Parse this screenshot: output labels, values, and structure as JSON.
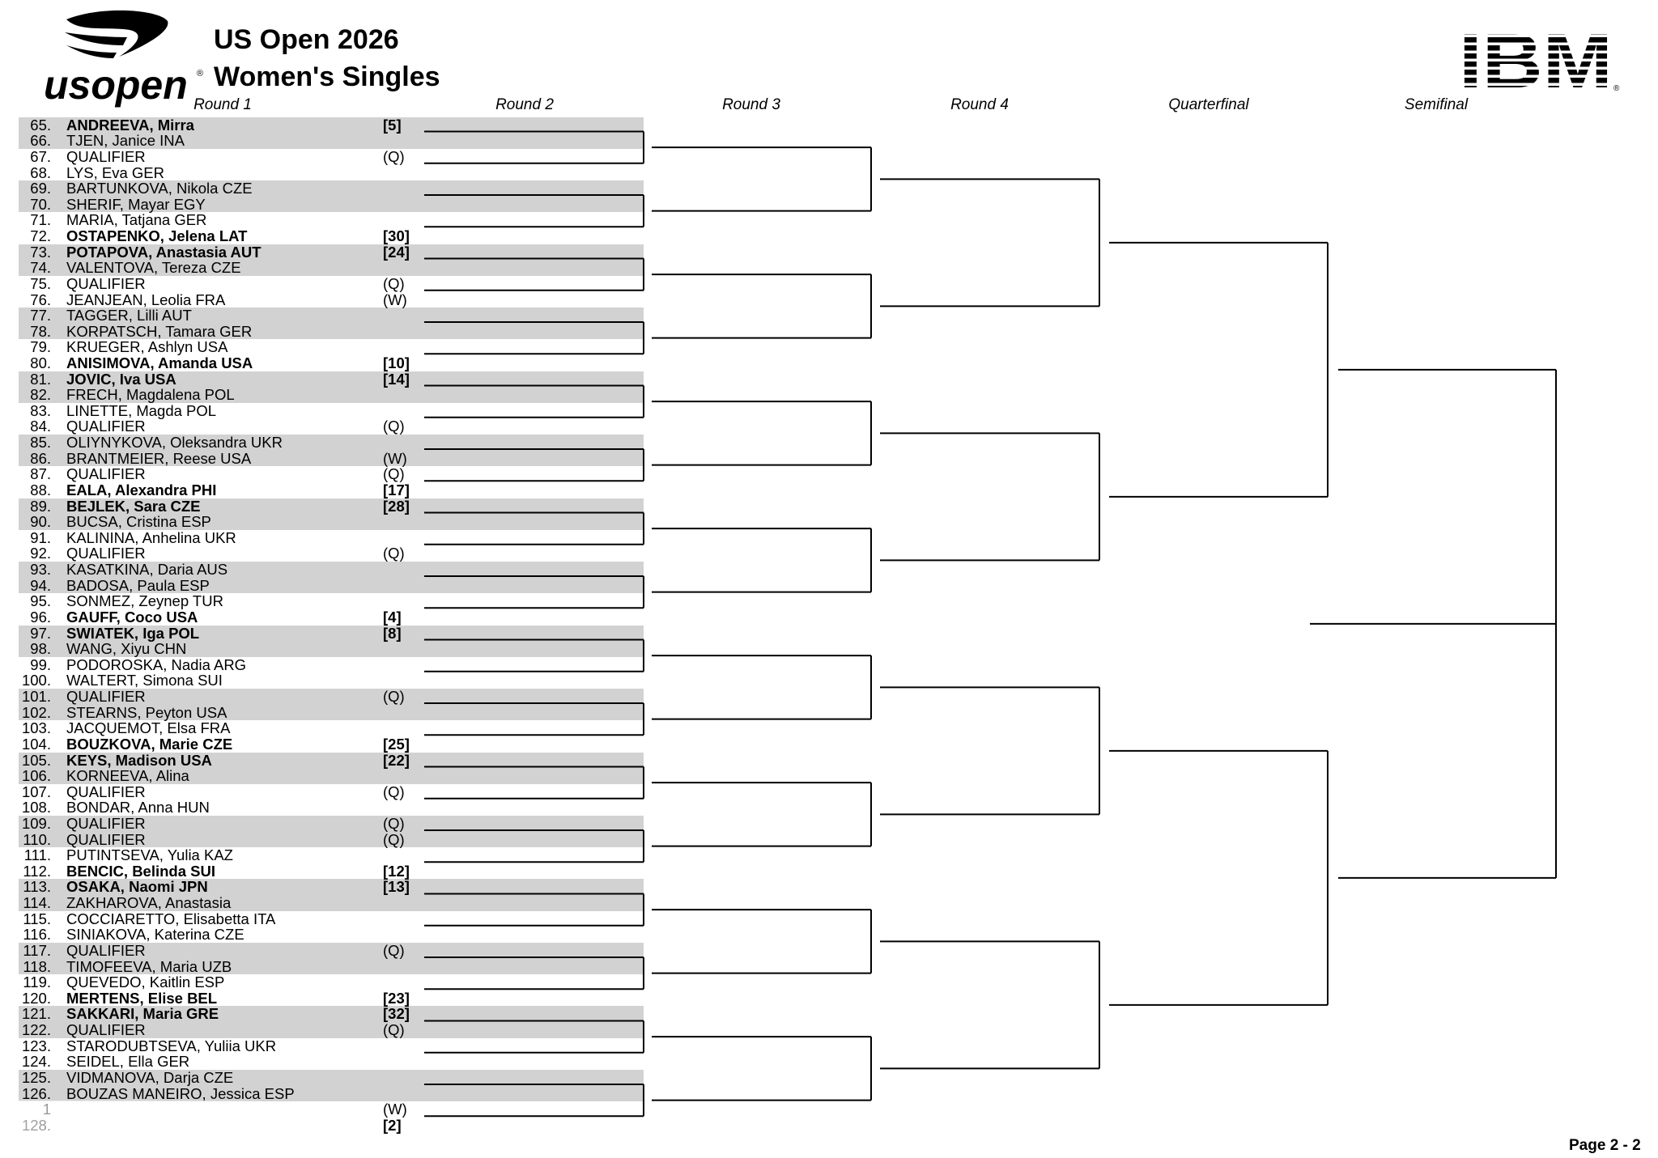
{
  "header": {
    "title_line1": "US Open 2026",
    "title_line2": "Women's Singles",
    "logo_text": "usopen",
    "sponsor_logo_text": "IBM",
    "page_label": "Page 2 - 2"
  },
  "rounds": [
    "Round 1",
    "Round 2",
    "Round 3",
    "Round 4",
    "Quarterfinal",
    "Semifinal"
  ],
  "entries": [
    {
      "num": "65.",
      "name": "ANDREEVA, Mirra",
      "seed": "[5]",
      "bold": true
    },
    {
      "num": "66.",
      "name": "TJEN, Janice INA",
      "seed": "",
      "bold": false
    },
    {
      "num": "67.",
      "name": "QUALIFIER",
      "seed": "(Q)",
      "bold": false
    },
    {
      "num": "68.",
      "name": "LYS, Eva GER",
      "seed": "",
      "bold": false
    },
    {
      "num": "69.",
      "name": "BARTUNKOVA, Nikola CZE",
      "seed": "",
      "bold": false
    },
    {
      "num": "70.",
      "name": "SHERIF, Mayar EGY",
      "seed": "",
      "bold": false
    },
    {
      "num": "71.",
      "name": "MARIA, Tatjana GER",
      "seed": "",
      "bold": false
    },
    {
      "num": "72.",
      "name": "OSTAPENKO, Jelena LAT",
      "seed": "[30]",
      "bold": true
    },
    {
      "num": "73.",
      "name": "POTAPOVA, Anastasia AUT",
      "seed": "[24]",
      "bold": true
    },
    {
      "num": "74.",
      "name": "VALENTOVA, Tereza CZE",
      "seed": "",
      "bold": false
    },
    {
      "num": "75.",
      "name": "QUALIFIER",
      "seed": "(Q)",
      "bold": false
    },
    {
      "num": "76.",
      "name": "JEANJEAN, Leolia FRA",
      "seed": "(W)",
      "bold": false
    },
    {
      "num": "77.",
      "name": "TAGGER, Lilli AUT",
      "seed": "",
      "bold": false
    },
    {
      "num": "78.",
      "name": "KORPATSCH, Tamara GER",
      "seed": "",
      "bold": false
    },
    {
      "num": "79.",
      "name": "KRUEGER, Ashlyn USA",
      "seed": "",
      "bold": false
    },
    {
      "num": "80.",
      "name": "ANISIMOVA, Amanda USA",
      "seed": "[10]",
      "bold": true
    },
    {
      "num": "81.",
      "name": "JOVIC, Iva USA",
      "seed": "[14]",
      "bold": true
    },
    {
      "num": "82.",
      "name": "FRECH, Magdalena POL",
      "seed": "",
      "bold": false
    },
    {
      "num": "83.",
      "name": "LINETTE, Magda POL",
      "seed": "",
      "bold": false
    },
    {
      "num": "84.",
      "name": "QUALIFIER",
      "seed": "(Q)",
      "bold": false
    },
    {
      "num": "85.",
      "name": "OLIYNYKOVA, Oleksandra UKR",
      "seed": "",
      "bold": false
    },
    {
      "num": "86.",
      "name": "BRANTMEIER, Reese USA",
      "seed": "(W)",
      "bold": false
    },
    {
      "num": "87.",
      "name": "QUALIFIER",
      "seed": "(Q)",
      "bold": false
    },
    {
      "num": "88.",
      "name": "EALA, Alexandra PHI",
      "seed": "[17]",
      "bold": true
    },
    {
      "num": "89.",
      "name": "BEJLEK, Sara CZE",
      "seed": "[28]",
      "bold": true
    },
    {
      "num": "90.",
      "name": "BUCSA, Cristina ESP",
      "seed": "",
      "bold": false
    },
    {
      "num": "91.",
      "name": "KALININA, Anhelina UKR",
      "seed": "",
      "bold": false
    },
    {
      "num": "92.",
      "name": "QUALIFIER",
      "seed": "(Q)",
      "bold": false
    },
    {
      "num": "93.",
      "name": "KASATKINA, Daria AUS",
      "seed": "",
      "bold": false
    },
    {
      "num": "94.",
      "name": "BADOSA, Paula ESP",
      "seed": "",
      "bold": false
    },
    {
      "num": "95.",
      "name": "SONMEZ, Zeynep TUR",
      "seed": "",
      "bold": false
    },
    {
      "num": "96.",
      "name": "GAUFF, Coco USA",
      "seed": "[4]",
      "bold": true
    },
    {
      "num": "97.",
      "name": "SWIATEK, Iga POL",
      "seed": "[8]",
      "bold": true
    },
    {
      "num": "98.",
      "name": "WANG, Xiyu CHN",
      "seed": "",
      "bold": false
    },
    {
      "num": "99.",
      "name": "PODOROSKA, Nadia ARG",
      "seed": "",
      "bold": false
    },
    {
      "num": "100.",
      "name": "WALTERT, Simona SUI",
      "seed": "",
      "bold": false
    },
    {
      "num": "101.",
      "name": "QUALIFIER",
      "seed": "(Q)",
      "bold": false
    },
    {
      "num": "102.",
      "name": "STEARNS, Peyton USA",
      "seed": "",
      "bold": false
    },
    {
      "num": "103.",
      "name": "JACQUEMOT, Elsa FRA",
      "seed": "",
      "bold": false
    },
    {
      "num": "104.",
      "name": "BOUZKOVA, Marie CZE",
      "seed": "[25]",
      "bold": true
    },
    {
      "num": "105.",
      "name": "KEYS, Madison USA",
      "seed": "[22]",
      "bold": true
    },
    {
      "num": "106.",
      "name": "KORNEEVA, Alina",
      "seed": "",
      "bold": false
    },
    {
      "num": "107.",
      "name": "QUALIFIER",
      "seed": "(Q)",
      "bold": false
    },
    {
      "num": "108.",
      "name": "BONDAR, Anna HUN",
      "seed": "",
      "bold": false
    },
    {
      "num": "109.",
      "name": "QUALIFIER",
      "seed": "(Q)",
      "bold": false
    },
    {
      "num": "110.",
      "name": "QUALIFIER",
      "seed": "(Q)",
      "bold": false
    },
    {
      "num": "111.",
      "name": "PUTINTSEVA, Yulia KAZ",
      "seed": "",
      "bold": false
    },
    {
      "num": "112.",
      "name": "BENCIC, Belinda SUI",
      "seed": "[12]",
      "bold": true
    },
    {
      "num": "113.",
      "name": "OSAKA, Naomi JPN",
      "seed": "[13]",
      "bold": true
    },
    {
      "num": "114.",
      "name": "ZAKHAROVA, Anastasia",
      "seed": "",
      "bold": false
    },
    {
      "num": "115.",
      "name": "COCCIARETTO, Elisabetta ITA",
      "seed": "",
      "bold": false
    },
    {
      "num": "116.",
      "name": "SINIAKOVA, Katerina CZE",
      "seed": "",
      "bold": false
    },
    {
      "num": "117.",
      "name": "QUALIFIER",
      "seed": "(Q)",
      "bold": false
    },
    {
      "num": "118.",
      "name": "TIMOFEEVA, Maria UZB",
      "seed": "",
      "bold": false
    },
    {
      "num": "119.",
      "name": "QUEVEDO, Kaitlin ESP",
      "seed": "",
      "bold": false
    },
    {
      "num": "120.",
      "name": "MERTENS, Elise BEL",
      "seed": "[23]",
      "bold": true
    },
    {
      "num": "121.",
      "name": "SAKKARI, Maria GRE",
      "seed": "[32]",
      "bold": true
    },
    {
      "num": "122.",
      "name": "QUALIFIER",
      "seed": "(Q)",
      "bold": false
    },
    {
      "num": "123.",
      "name": "STARODUBTSEVA, Yuliia UKR",
      "seed": "",
      "bold": false
    },
    {
      "num": "124.",
      "name": "SEIDEL, Ella GER",
      "seed": "",
      "bold": false
    },
    {
      "num": "125.",
      "name": "VIDMANOVA, Darja CZE",
      "seed": "",
      "bold": false
    },
    {
      "num": "126.",
      "name": "BOUZAS MANEIRO, Jessica ESP",
      "seed": "",
      "bold": false
    },
    {
      "num": "1",
      "name": "",
      "seed": "(W)",
      "bold": false
    },
    {
      "num": "128.",
      "name": "",
      "seed": "[2]",
      "bold": true
    }
  ]
}
